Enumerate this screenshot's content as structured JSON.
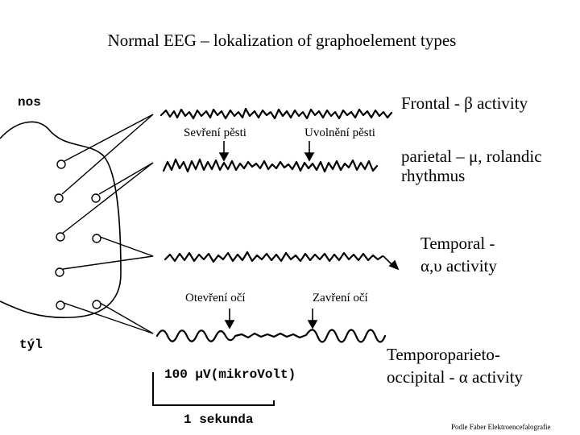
{
  "title": "Normal EEG – lokalization of graphoelement types",
  "head_labels": {
    "nose": "nos",
    "back": "týl"
  },
  "traces": [
    {
      "label": "Frontal - β activity"
    },
    {
      "label_line1": "parietal – μ, rolandic",
      "label_line2": "rhythmus"
    },
    {
      "label_line1": "Temporal -",
      "label_line2": "α,υ activity"
    },
    {
      "label_line1": "Temporoparieto-",
      "label_line2": "occipital - α activity"
    }
  ],
  "markers": {
    "fist_clench": "Sevření pěsti",
    "fist_release": "Uvolnění pěsti",
    "eyes_open": "Otevření očí",
    "eyes_close": "Zavření očí"
  },
  "scale": {
    "amplitude": "100 μV(mikroVolt)",
    "time": "1 sekunda"
  },
  "credit": "Podle Faber Elektroencefalografie",
  "colors": {
    "ink": "#000000",
    "background": "#ffffff"
  }
}
